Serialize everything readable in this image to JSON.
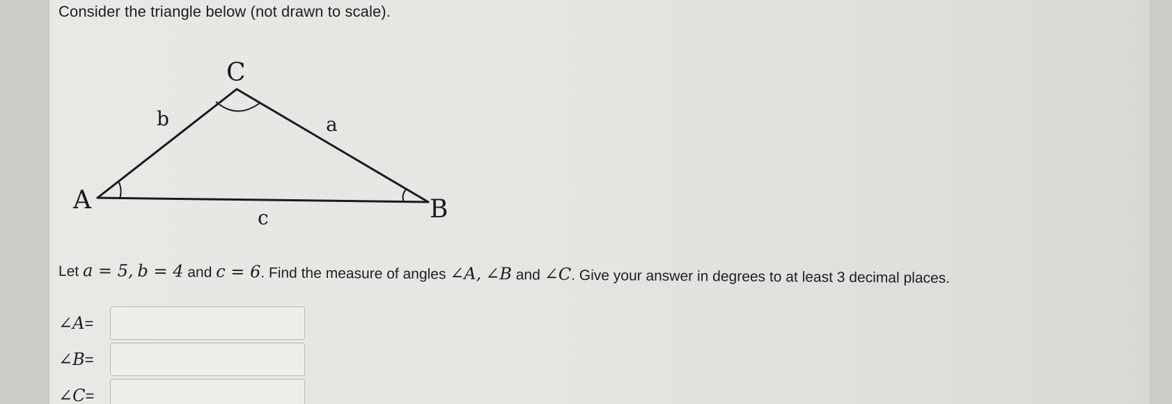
{
  "prompt": "Consider the triangle below (not drawn to scale).",
  "triangle": {
    "vertices": {
      "A": "A",
      "B": "B",
      "C": "C"
    },
    "sides": {
      "a": "a",
      "b": "b",
      "c": "c"
    }
  },
  "question": {
    "let": "Let",
    "a_expr": "a = 5,",
    "b_expr": "b = 4",
    "and1": "and",
    "c_expr": "c = 6",
    "find": ". Find the measure of angles",
    "angle_A": "∠A,",
    "angle_B": "∠B",
    "and2": "and",
    "angle_C": "∠C",
    "instruction": ". Give your answer in degrees to at least 3 decimal places."
  },
  "answers": [
    {
      "label": "∠A",
      "equals": "=",
      "value": ""
    },
    {
      "label": "∠B",
      "equals": "=",
      "value": ""
    },
    {
      "label": "∠C",
      "equals": "=",
      "value": ""
    }
  ],
  "colors": {
    "background": "#cfcdc8",
    "panel": "#e7e6e2",
    "text": "#1e1e1e",
    "input_border": "#b9b8b3"
  }
}
